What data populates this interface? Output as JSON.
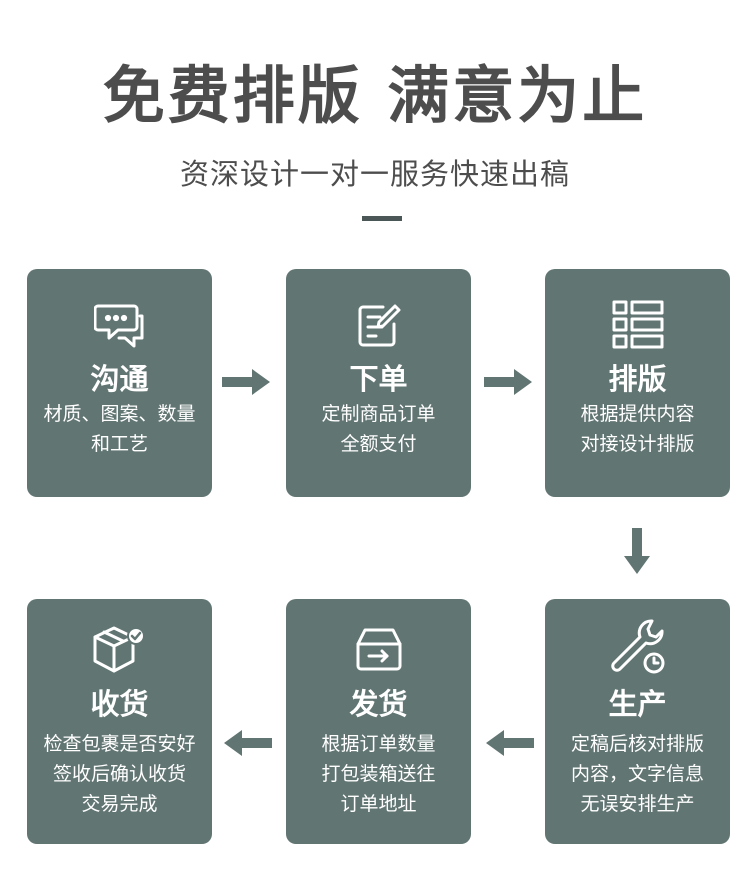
{
  "header": {
    "title": "免费排版 满意为止",
    "subtitle": "资深设计一对一服务快速出稿"
  },
  "colors": {
    "card": "#617573",
    "arrow": "#617573",
    "title": "#4d4d4d"
  },
  "steps": [
    {
      "name": "沟通",
      "icon": "chat-bubble-icon",
      "lines": [
        "材质、图案、数量",
        "和工艺"
      ]
    },
    {
      "name": "下单",
      "icon": "edit-note-icon",
      "lines": [
        "定制商品订单",
        "全额支付"
      ]
    },
    {
      "name": "排版",
      "icon": "layout-grid-icon",
      "lines": [
        "根据提供内容",
        "对接设计排版"
      ]
    },
    {
      "name": "生产",
      "icon": "wrench-clock-icon",
      "lines": [
        "定稿后核对排版",
        "内容，文字信息",
        "无误安排生产"
      ]
    },
    {
      "name": "发货",
      "icon": "outbox-icon",
      "lines": [
        "根据订单数量",
        "打包装箱送往",
        "订单地址"
      ]
    },
    {
      "name": "收货",
      "icon": "package-check-icon",
      "lines": [
        "检查包裹是否安好",
        "签收后确认收货",
        "交易完成"
      ]
    }
  ]
}
